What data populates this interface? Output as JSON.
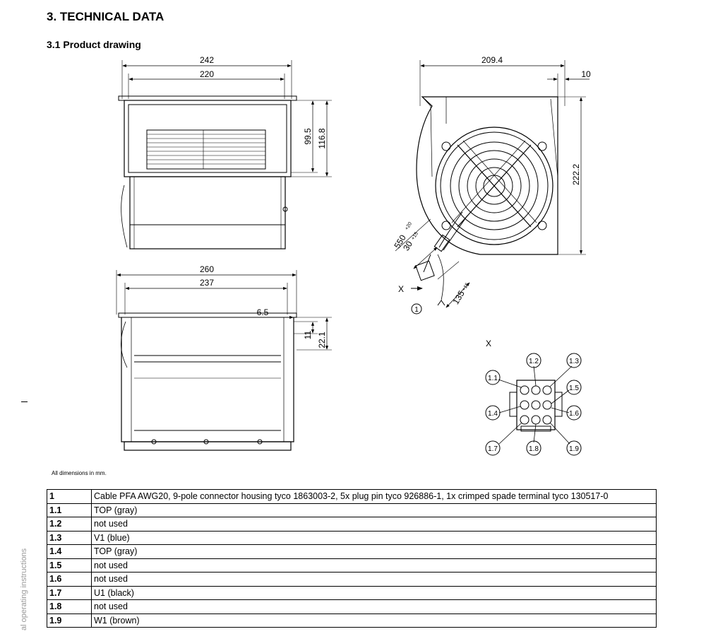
{
  "heading": "3. TECHNICAL DATA",
  "subheading": "3.1 Product drawing",
  "dims": {
    "d242": "242",
    "d220": "220",
    "d99_5": "99.5",
    "d116_8": "116.8",
    "d209_4": "209.4",
    "d10": "10",
    "d222_2": "222.2",
    "d550": "550",
    "d550_tol": "+20",
    "d30": "30",
    "d30_tol": "+15",
    "d135": "135",
    "d135_tol": "+15",
    "x": "X",
    "circle1": "1",
    "d260": "260",
    "d237": "237",
    "d6_5": "6.5",
    "d11": "11",
    "d22_1": "22.1",
    "xlabel": "X"
  },
  "pins": [
    "1.1",
    "1.2",
    "1.3",
    "1.4",
    "1.5",
    "1.6",
    "1.7",
    "1.8",
    "1.9"
  ],
  "note": "All dimensions in mm.",
  "sidebar_text": "al operating instructions",
  "table": [
    {
      "key": "1",
      "value": "Cable PFA AWG20, 9-pole connector housing tyco 1863003-2, 5x plug pin tyco 926886-1, 1x crimped spade terminal tyco 130517-0"
    },
    {
      "key": "1.1",
      "value": "TOP (gray)"
    },
    {
      "key": "1.2",
      "value": "not used"
    },
    {
      "key": "1.3",
      "value": "V1 (blue)"
    },
    {
      "key": "1.4",
      "value": "TOP (gray)"
    },
    {
      "key": "1.5",
      "value": "not used"
    },
    {
      "key": "1.6",
      "value": "not used"
    },
    {
      "key": "1.7",
      "value": "U1 (black)"
    },
    {
      "key": "1.8",
      "value": "not used"
    },
    {
      "key": "1.9",
      "value": "W1 (brown)"
    }
  ]
}
